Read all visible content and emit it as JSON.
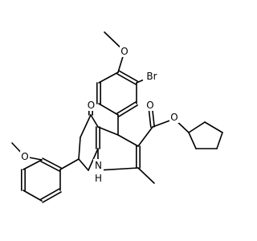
{
  "molecule": {
    "atoms": [
      {
        "id": "O_methoxy_top",
        "symbol": "O",
        "color": "#000000"
      },
      {
        "id": "Br",
        "symbol": "Br",
        "color": "#000000"
      },
      {
        "id": "O_ester",
        "symbol": "O",
        "color": "#000000"
      },
      {
        "id": "O_ketone",
        "symbol": "O",
        "color": "#000000"
      },
      {
        "id": "O_ester_carbonyl",
        "symbol": "O",
        "color": "#000000"
      },
      {
        "id": "O_methoxy_left",
        "symbol": "O",
        "color": "#000000"
      },
      {
        "id": "NH",
        "symbol": "H",
        "symbol2": "N",
        "color": "#000000"
      }
    ]
  }
}
